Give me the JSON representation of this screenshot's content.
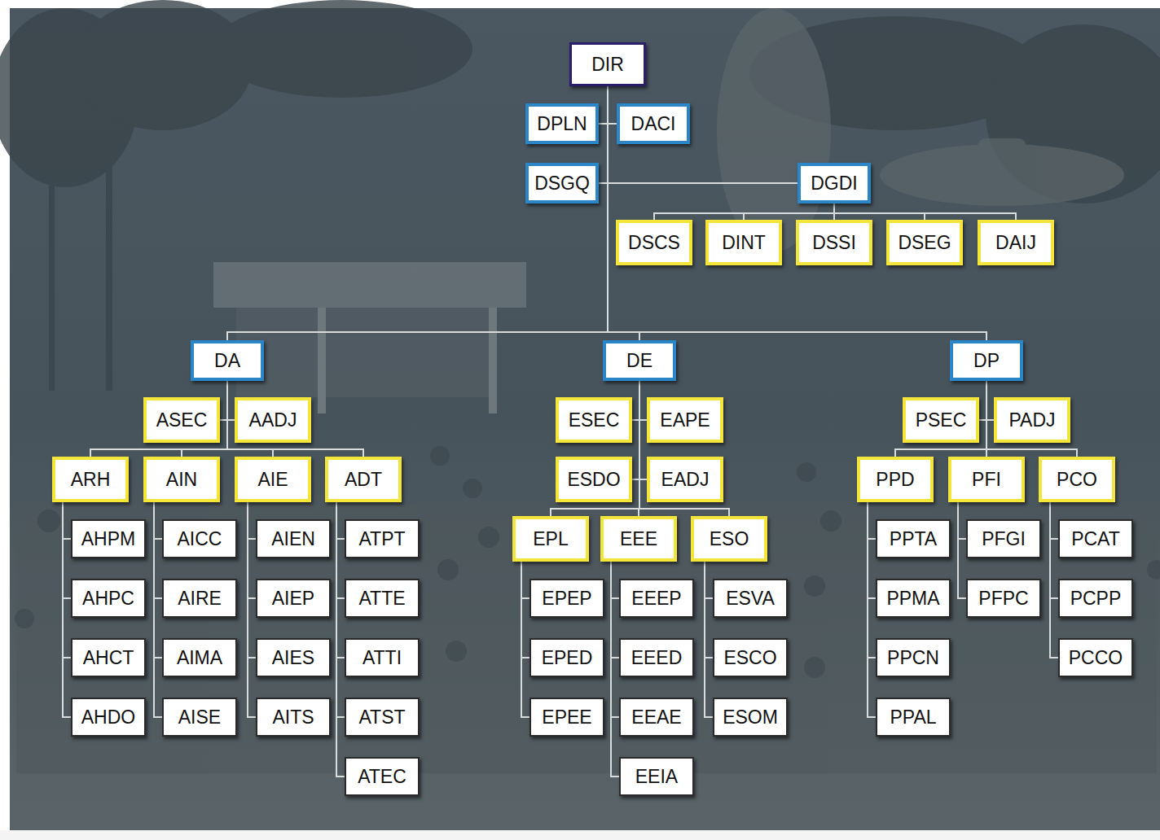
{
  "diagram": {
    "nodes": [
      {
        "text": [
          "DIR"
        ]
      },
      {
        "text": [
          "DPLN"
        ]
      },
      {
        "text": [
          "DACI"
        ]
      },
      {
        "text": [
          "DSGQ"
        ]
      },
      {
        "text": [
          "DGDI"
        ]
      },
      {
        "text": [
          "DSCS"
        ]
      },
      {
        "text": [
          "DINT"
        ]
      },
      {
        "text": [
          "DSSI"
        ]
      },
      {
        "text": [
          "DSEG"
        ]
      },
      {
        "text": [
          "DAIJ"
        ]
      },
      {
        "text": [
          "DA"
        ]
      },
      {
        "text": [
          "DE"
        ]
      },
      {
        "text": [
          "DP"
        ]
      },
      {
        "text": [
          "ASEC"
        ]
      },
      {
        "text": [
          "AADJ"
        ]
      },
      {
        "text": [
          "ARH"
        ]
      },
      {
        "text": [
          "AIN"
        ]
      },
      {
        "text": [
          "AIE"
        ]
      },
      {
        "text": [
          "ADT"
        ]
      },
      {
        "text": [
          "AHPM"
        ]
      },
      {
        "text": [
          "AHPC"
        ]
      },
      {
        "text": [
          "AHCT"
        ]
      },
      {
        "text": [
          "AHDO"
        ]
      },
      {
        "text": [
          "AICC"
        ]
      },
      {
        "text": [
          "AIRE"
        ]
      },
      {
        "text": [
          "AIMA"
        ]
      },
      {
        "text": [
          "AISE"
        ]
      },
      {
        "text": [
          "AIEN"
        ]
      },
      {
        "text": [
          "AIEP"
        ]
      },
      {
        "text": [
          "AIES"
        ]
      },
      {
        "text": [
          "AITS"
        ]
      },
      {
        "text": [
          "ATPT"
        ]
      },
      {
        "text": [
          "ATTE"
        ]
      },
      {
        "text": [
          "ATTI"
        ]
      },
      {
        "text": [
          "ATST"
        ]
      },
      {
        "text": [
          "ATEC"
        ]
      },
      {
        "text": [
          "ESEC"
        ]
      },
      {
        "text": [
          "EAPE"
        ]
      },
      {
        "text": [
          "ESDO"
        ]
      },
      {
        "text": [
          "EADJ"
        ]
      },
      {
        "text": [
          "EPL"
        ]
      },
      {
        "text": [
          "EEE"
        ]
      },
      {
        "text": [
          "ESO"
        ]
      },
      {
        "text": [
          "EPEP"
        ]
      },
      {
        "text": [
          "EPED"
        ]
      },
      {
        "text": [
          "EPEE"
        ]
      },
      {
        "text": [
          "EEEP"
        ]
      },
      {
        "text": [
          "EEED"
        ]
      },
      {
        "text": [
          "EEAE"
        ]
      },
      {
        "text": [
          "EEIA"
        ]
      },
      {
        "text": [
          "ESVA"
        ]
      },
      {
        "text": [
          "ESCO"
        ]
      },
      {
        "text": [
          "ESOM"
        ]
      },
      {
        "text": [
          "PSEC"
        ]
      },
      {
        "text": [
          "PADJ"
        ]
      },
      {
        "text": [
          "PPD"
        ]
      },
      {
        "text": [
          "PFI"
        ]
      },
      {
        "text": [
          "PCO"
        ]
      },
      {
        "text": [
          "PPTA"
        ]
      },
      {
        "text": [
          "PPMA"
        ]
      },
      {
        "text": [
          "PPCN"
        ]
      },
      {
        "text": [
          "PPAL"
        ]
      },
      {
        "text": [
          "PFGI"
        ]
      },
      {
        "text": [
          "PFPC"
        ]
      },
      {
        "text": [
          "PCAT"
        ]
      },
      {
        "text": [
          "PCPP"
        ]
      },
      {
        "text": [
          "PCCO"
        ]
      }
    ],
    "edges": [
      {
        "from": 0,
        "to": 1,
        "arrow": "none"
      },
      {
        "from": 0,
        "to": 2,
        "arrow": "none"
      },
      {
        "from": 0,
        "to": 3,
        "arrow": "none"
      },
      {
        "from": 0,
        "to": 4,
        "arrow": "none"
      },
      {
        "from": 4,
        "to": 5,
        "arrow": "none"
      },
      {
        "from": 4,
        "to": 6,
        "arrow": "none"
      },
      {
        "from": 4,
        "to": 7,
        "arrow": "none"
      },
      {
        "from": 4,
        "to": 8,
        "arrow": "none"
      },
      {
        "from": 4,
        "to": 9,
        "arrow": "none"
      },
      {
        "from": 0,
        "to": 10,
        "arrow": "none"
      },
      {
        "from": 0,
        "to": 11,
        "arrow": "none"
      },
      {
        "from": 0,
        "to": 12,
        "arrow": "none"
      },
      {
        "from": 10,
        "to": 13,
        "arrow": "none"
      },
      {
        "from": 10,
        "to": 14,
        "arrow": "none"
      },
      {
        "from": 10,
        "to": 15,
        "arrow": "none"
      },
      {
        "from": 10,
        "to": 16,
        "arrow": "none"
      },
      {
        "from": 10,
        "to": 17,
        "arrow": "none"
      },
      {
        "from": 10,
        "to": 18,
        "arrow": "none"
      },
      {
        "from": 15,
        "to": 19,
        "arrow": "none"
      },
      {
        "from": 15,
        "to": 20,
        "arrow": "none"
      },
      {
        "from": 15,
        "to": 21,
        "arrow": "none"
      },
      {
        "from": 15,
        "to": 22,
        "arrow": "none"
      },
      {
        "from": 16,
        "to": 23,
        "arrow": "none"
      },
      {
        "from": 16,
        "to": 24,
        "arrow": "none"
      },
      {
        "from": 16,
        "to": 25,
        "arrow": "none"
      },
      {
        "from": 16,
        "to": 26,
        "arrow": "none"
      },
      {
        "from": 17,
        "to": 27,
        "arrow": "none"
      },
      {
        "from": 17,
        "to": 28,
        "arrow": "none"
      },
      {
        "from": 17,
        "to": 29,
        "arrow": "none"
      },
      {
        "from": 17,
        "to": 30,
        "arrow": "none"
      },
      {
        "from": 18,
        "to": 31,
        "arrow": "none"
      },
      {
        "from": 18,
        "to": 32,
        "arrow": "none"
      },
      {
        "from": 18,
        "to": 33,
        "arrow": "none"
      },
      {
        "from": 18,
        "to": 34,
        "arrow": "none"
      },
      {
        "from": 18,
        "to": 35,
        "arrow": "none"
      },
      {
        "from": 11,
        "to": 36,
        "arrow": "none"
      },
      {
        "from": 11,
        "to": 37,
        "arrow": "none"
      },
      {
        "from": 11,
        "to": 38,
        "arrow": "none"
      },
      {
        "from": 11,
        "to": 39,
        "arrow": "none"
      },
      {
        "from": 11,
        "to": 40,
        "arrow": "none"
      },
      {
        "from": 11,
        "to": 41,
        "arrow": "none"
      },
      {
        "from": 11,
        "to": 42,
        "arrow": "none"
      },
      {
        "from": 40,
        "to": 43,
        "arrow": "none"
      },
      {
        "from": 40,
        "to": 44,
        "arrow": "none"
      },
      {
        "from": 40,
        "to": 45,
        "arrow": "none"
      },
      {
        "from": 41,
        "to": 46,
        "arrow": "none"
      },
      {
        "from": 41,
        "to": 47,
        "arrow": "none"
      },
      {
        "from": 41,
        "to": 48,
        "arrow": "none"
      },
      {
        "from": 41,
        "to": 49,
        "arrow": "none"
      },
      {
        "from": 42,
        "to": 50,
        "arrow": "none"
      },
      {
        "from": 42,
        "to": 51,
        "arrow": "none"
      },
      {
        "from": 42,
        "to": 52,
        "arrow": "none"
      },
      {
        "from": 12,
        "to": 53,
        "arrow": "none"
      },
      {
        "from": 12,
        "to": 54,
        "arrow": "none"
      },
      {
        "from": 12,
        "to": 55,
        "arrow": "none"
      },
      {
        "from": 12,
        "to": 56,
        "arrow": "none"
      },
      {
        "from": 12,
        "to": 57,
        "arrow": "none"
      },
      {
        "from": 55,
        "to": 58,
        "arrow": "none"
      },
      {
        "from": 55,
        "to": 59,
        "arrow": "none"
      },
      {
        "from": 55,
        "to": 60,
        "arrow": "none"
      },
      {
        "from": 55,
        "to": 61,
        "arrow": "none"
      },
      {
        "from": 56,
        "to": 62,
        "arrow": "none"
      },
      {
        "from": 56,
        "to": 63,
        "arrow": "none"
      },
      {
        "from": 57,
        "to": 64,
        "arrow": "none"
      },
      {
        "from": 57,
        "to": 65,
        "arrow": "none"
      },
      {
        "from": 57,
        "to": 66,
        "arrow": "none"
      }
    ]
  }
}
